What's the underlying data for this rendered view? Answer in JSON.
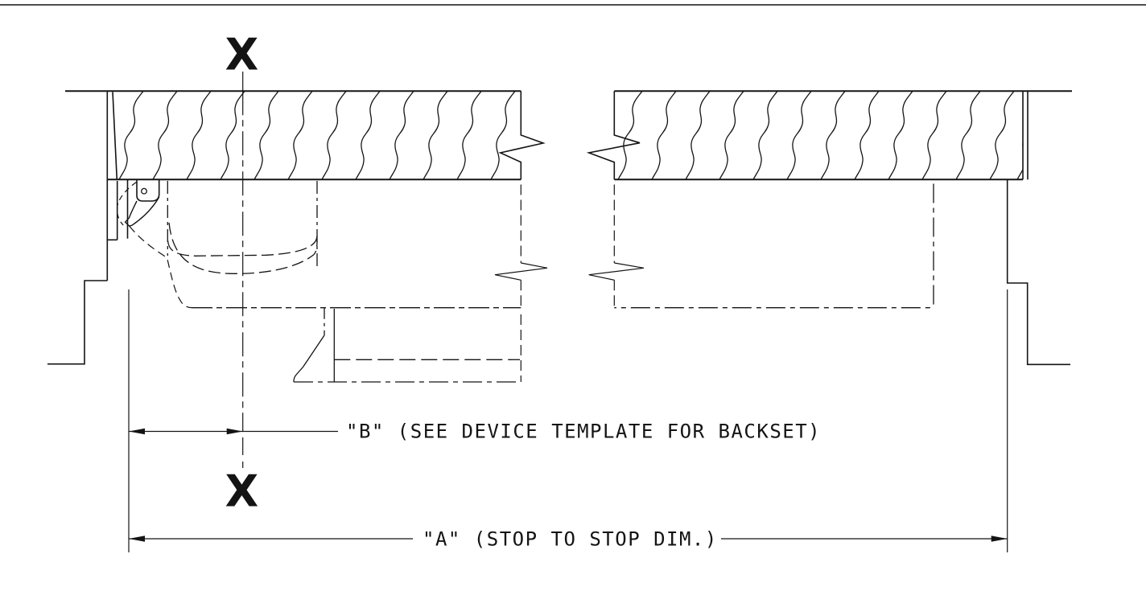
{
  "drawing": {
    "type_note": "door plan section with exit device hidden lines",
    "line_color": "#141414",
    "background_color": "#ffffff",
    "section_marker_top": "X",
    "section_marker_bottom": "X",
    "dimension_b": {
      "label": "\"B\" (SEE DEVICE TEMPLATE FOR BACKSET)"
    },
    "dimension_a": {
      "label": "\"A\" (STOP TO STOP DIM.)"
    }
  }
}
